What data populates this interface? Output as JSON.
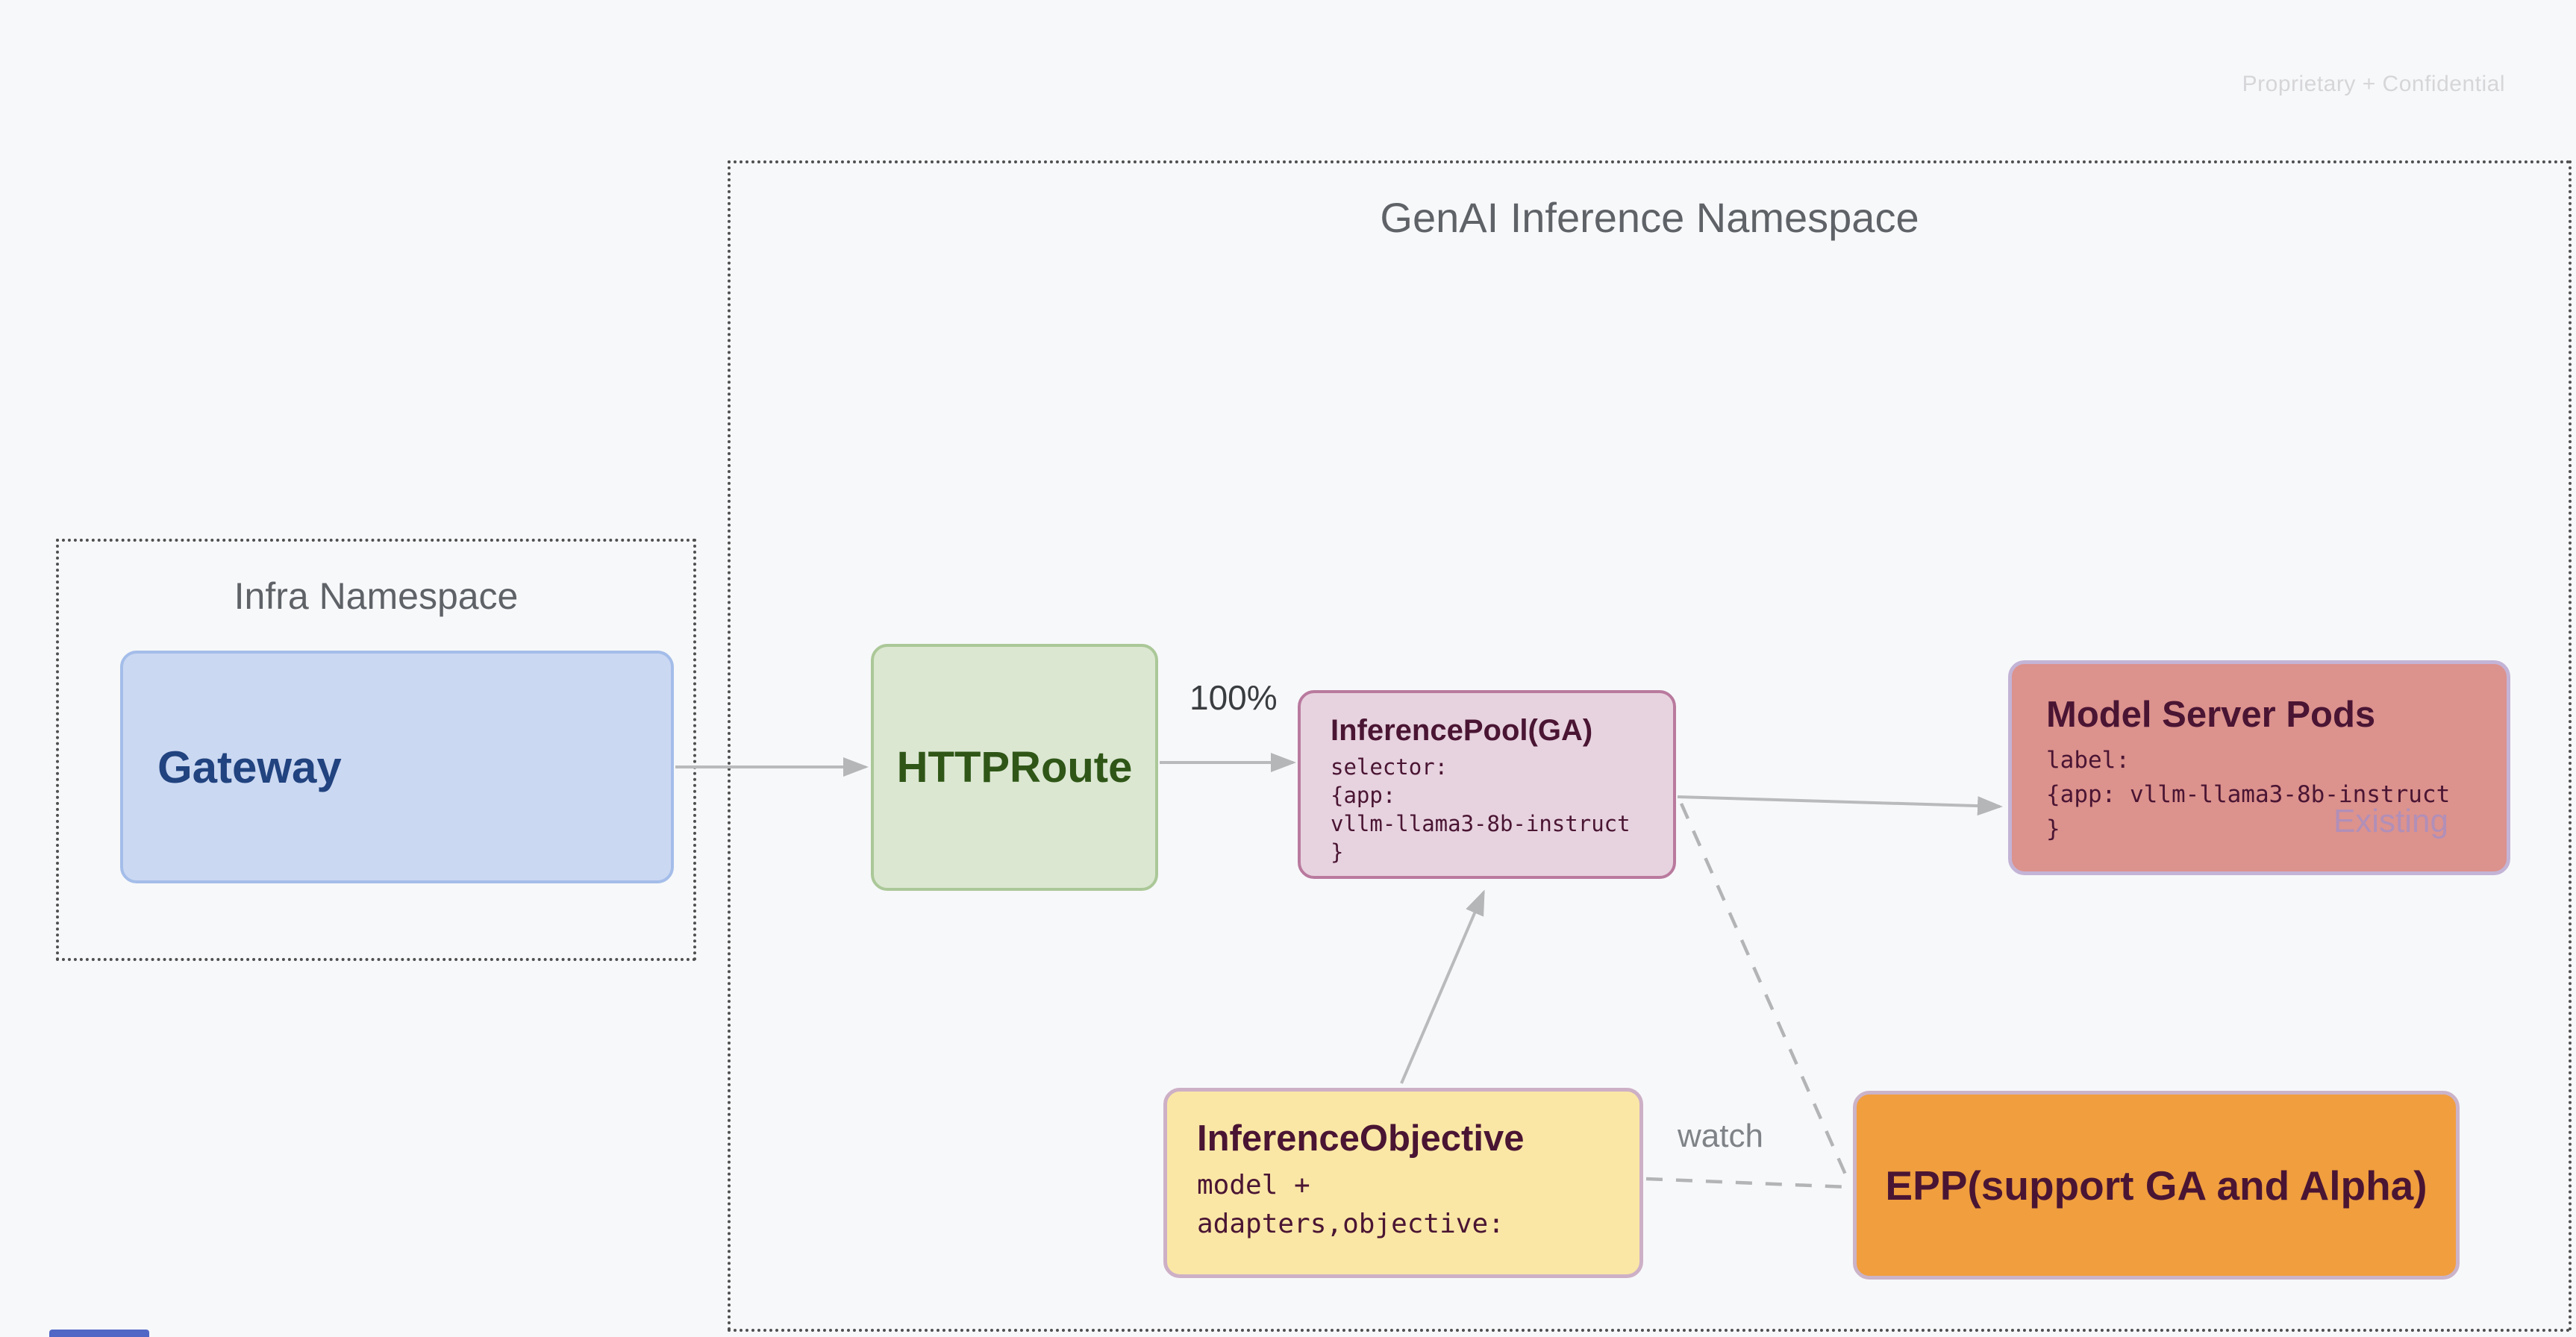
{
  "page": {
    "watermark": "Proprietary + Confidential",
    "background_color": "#f7f8fa",
    "arrow_color": "#b9babc",
    "dotted_border_color": "#4f4f4f"
  },
  "namespaces": {
    "genai": {
      "title": "GenAI Inference Namespace"
    },
    "infra": {
      "title": "Infra Namespace"
    }
  },
  "nodes": {
    "gateway": {
      "label": "Gateway",
      "fill": "#cbd8f2",
      "border": "#a4bde9",
      "text_color": "#21437f"
    },
    "httproute": {
      "label": "HTTPRoute",
      "fill": "#dbe7d1",
      "border": "#abc898",
      "text_color": "#2f5617"
    },
    "inference_pool": {
      "title": "InferencePool(GA)",
      "body": [
        "selector:",
        "{app:",
        "vllm-llama3-8b-instruct",
        "}"
      ],
      "fill": "#e7d3df",
      "border": "#b97a9e",
      "text_color": "#4a1533"
    },
    "model_server_pods": {
      "title": "Model Server Pods",
      "body": [
        "label:",
        "{app: vllm-llama3-8b-instruct",
        "}"
      ],
      "tag": "Existing",
      "fill": "#dc928d",
      "border": "#c3b4d6",
      "text_color": "#4a1533",
      "tag_color": "#b18fb8"
    },
    "inference_objective": {
      "title": "InferenceObjective",
      "body": [
        "model +",
        "adapters,objective:"
      ],
      "fill": "#fae7a6",
      "border": "#cdb0c6",
      "text_color": "#4a1533"
    },
    "epp": {
      "label": "EPP(support GA and Alpha)",
      "fill": "#f09e3e",
      "border": "#cbb3c8",
      "text_color": "#4a1533"
    }
  },
  "edges": {
    "weight_label": "100%",
    "watch_label": "watch"
  }
}
